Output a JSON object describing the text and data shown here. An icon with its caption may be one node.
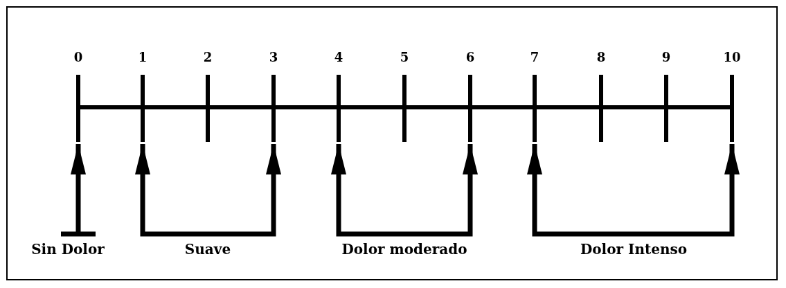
{
  "diagram": {
    "nodes": [
      {
        "text": [
          "0"
        ]
      },
      {
        "text": [
          "1"
        ]
      },
      {
        "text": [
          "2"
        ]
      },
      {
        "text": [
          "3"
        ]
      },
      {
        "text": [
          "4"
        ]
      },
      {
        "text": [
          "5"
        ]
      },
      {
        "text": [
          "6"
        ]
      },
      {
        "text": [
          "7"
        ]
      },
      {
        "text": [
          "8"
        ]
      },
      {
        "text": [
          "9"
        ]
      },
      {
        "text": [
          "10"
        ]
      },
      {
        "text": [
          "Sin Dolor"
        ]
      },
      {
        "text": [
          "Suave"
        ]
      },
      {
        "text": [
          "Dolor moderado"
        ]
      },
      {
        "text": [
          "Dolor Intenso"
        ]
      }
    ],
    "edges": [
      {
        "from": 11,
        "to": 0,
        "arrow": "to"
      },
      {
        "from": 12,
        "to": 1,
        "arrow": "to"
      },
      {
        "from": 12,
        "to": 3,
        "arrow": "to"
      },
      {
        "from": 13,
        "to": 4,
        "arrow": "to"
      },
      {
        "from": 13,
        "to": 6,
        "arrow": "to"
      },
      {
        "from": 14,
        "to": 7,
        "arrow": "to"
      },
      {
        "from": 14,
        "to": 10,
        "arrow": "to"
      }
    ]
  }
}
